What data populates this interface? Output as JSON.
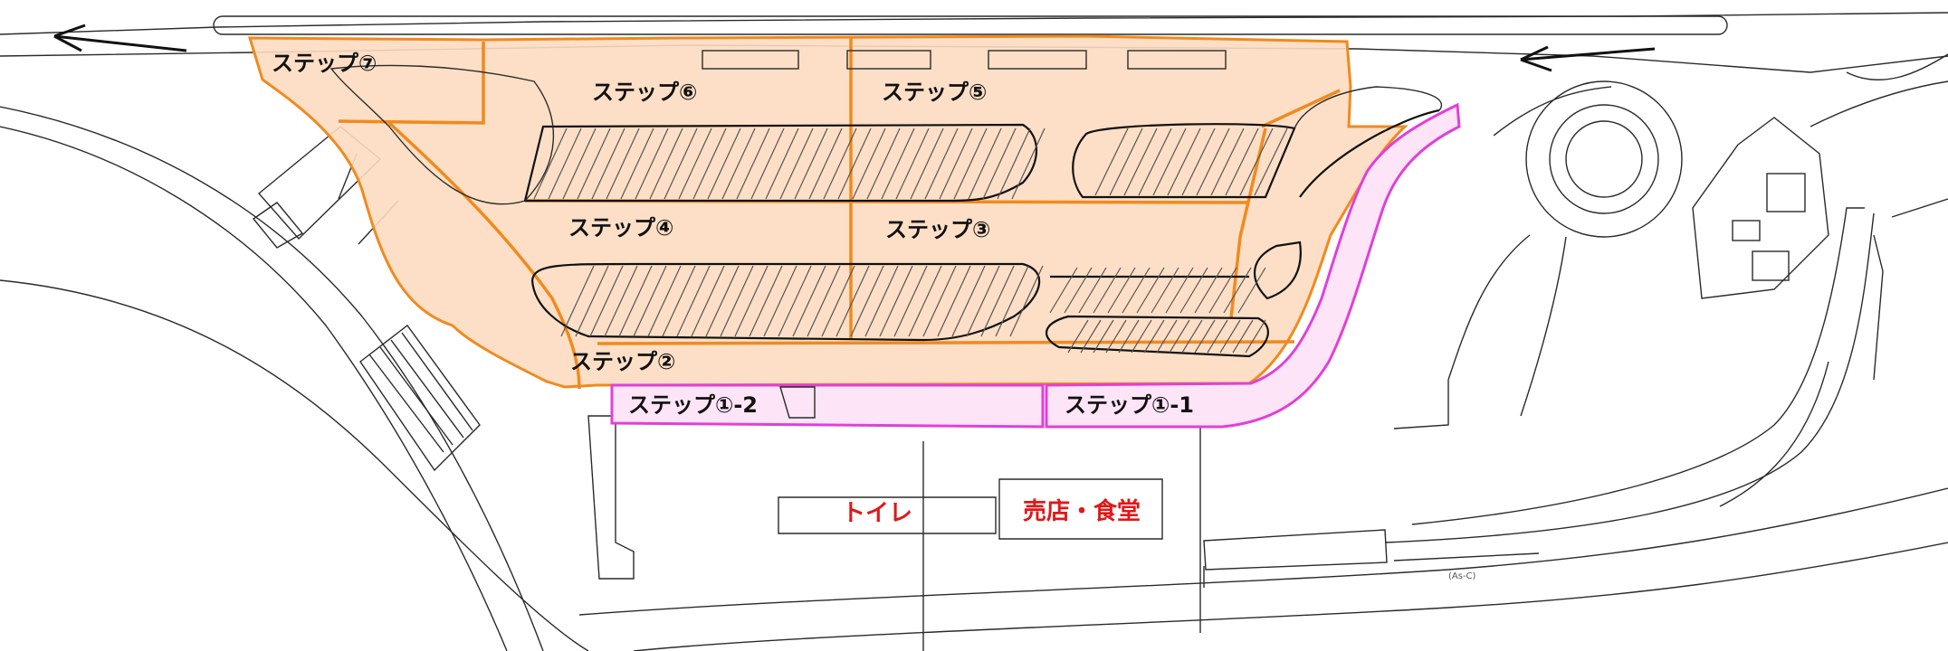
{
  "colors": {
    "step_zone_fill": "#fcdcc0",
    "step_zone_border": "#f08a1e",
    "step1_zone_fill": "#fde4f7",
    "step1_zone_border": "#e040d8",
    "facility_label": "#e01818",
    "linework": "#2a2a2a"
  },
  "icons": {
    "traffic_arrow_left": "arrow-left-icon",
    "traffic_arrow_right": "arrow-left-icon"
  },
  "steps": {
    "step7": "ステップ⑦",
    "step6": "ステップ⑥",
    "step5": "ステップ⑤",
    "step4": "ステップ④",
    "step3": "ステップ③",
    "step2": "ステップ②",
    "step1_2": "ステップ①-2",
    "step1_1": "ステップ①-1"
  },
  "facilities": {
    "toilet": "トイレ",
    "shop_restaurant": "売店・食堂"
  },
  "road_marking": "(As-C)"
}
